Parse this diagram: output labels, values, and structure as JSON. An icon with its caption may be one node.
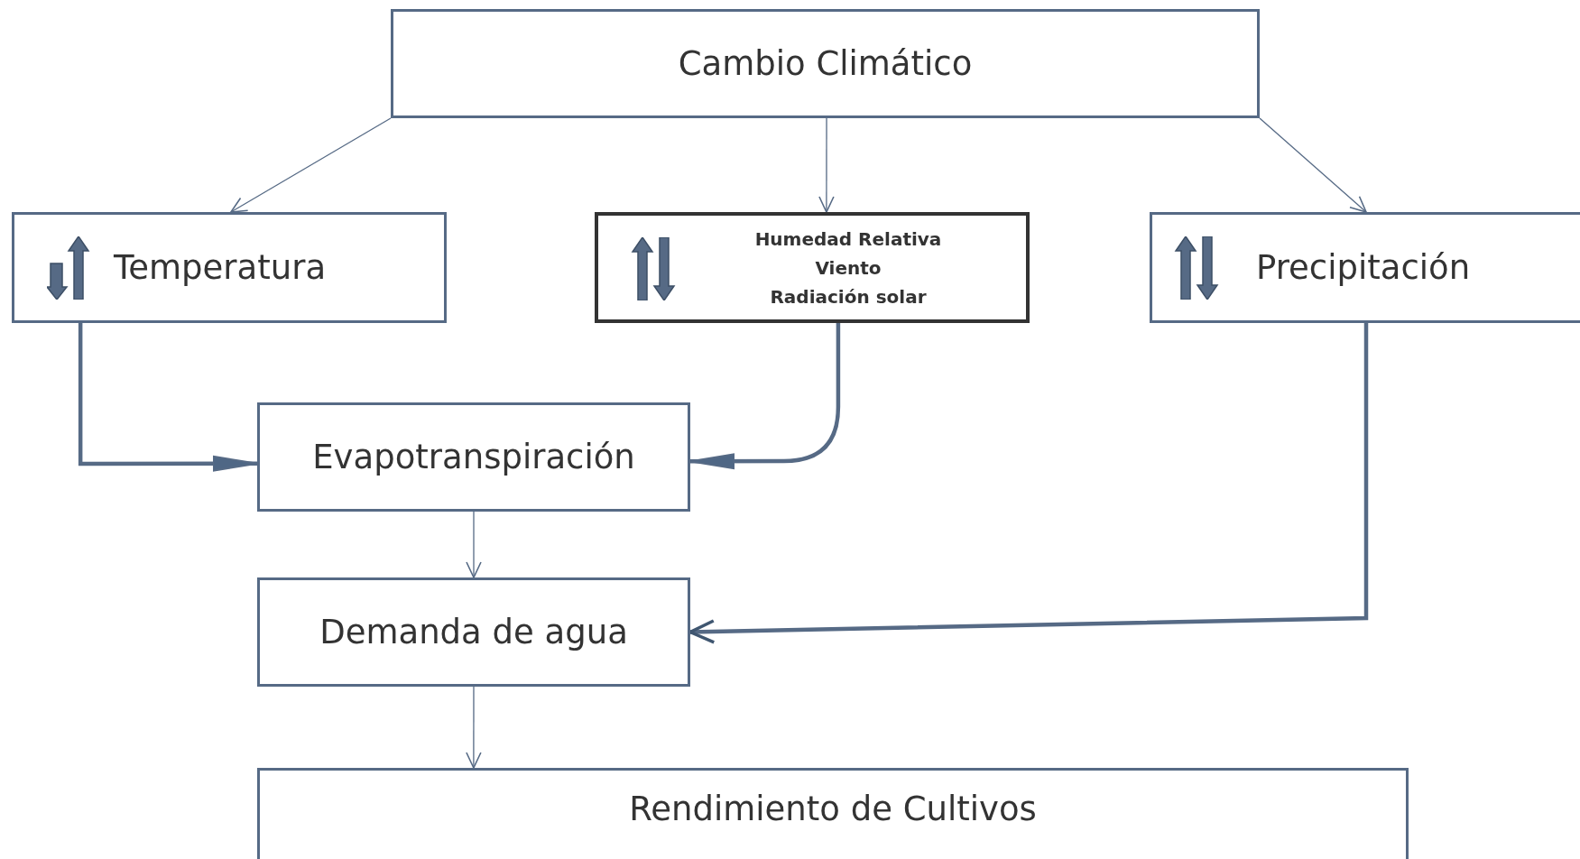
{
  "diagram": {
    "nodes": [
      {
        "text": [
          "Cambio Climático"
        ]
      },
      {
        "text": [
          "Temperatura"
        ]
      },
      {
        "text": [
          "Humedad Relativa",
          "Viento",
          "Radiación solar"
        ]
      },
      {
        "text": [
          "Precipitación"
        ]
      },
      {
        "text": [
          "Evapotranspiración"
        ]
      },
      {
        "text": [
          "Demanda de agua"
        ]
      },
      {
        "text": [
          "Rendimiento de Cultivos"
        ]
      }
    ],
    "edges": [
      {
        "from": 0,
        "to": 1,
        "arrow": "to"
      },
      {
        "from": 0,
        "to": 2,
        "arrow": "to"
      },
      {
        "from": 0,
        "to": 3,
        "arrow": "to"
      },
      {
        "from": 1,
        "to": 4,
        "arrow": "to",
        "style": "thick"
      },
      {
        "from": 2,
        "to": 4,
        "arrow": "to",
        "style": "thick"
      },
      {
        "from": 3,
        "to": 5,
        "arrow": "to",
        "style": "thick"
      },
      {
        "from": 4,
        "to": 5,
        "arrow": "to"
      },
      {
        "from": 5,
        "to": 6,
        "arrow": "to"
      }
    ]
  }
}
